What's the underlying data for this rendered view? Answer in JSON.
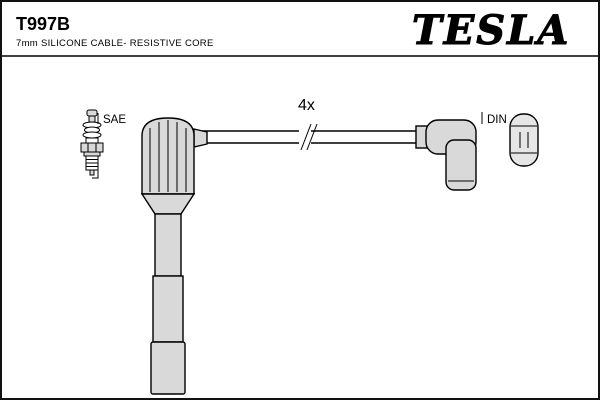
{
  "header": {
    "part_number": "T997B",
    "subtitle": "7mm SILICONE CABLE- RESISTIVE CORE"
  },
  "brand": {
    "logo_text": "TESLA"
  },
  "diagram": {
    "sae_label": "SAE",
    "quantity_label": "4x",
    "din_label": "DIN"
  },
  "colors": {
    "background": "#ffffff",
    "line_color": "#000000",
    "boot_fill": "#d9d9d9",
    "cap_fill": "#e6e6e6",
    "plug_fill": "#ffffff"
  }
}
